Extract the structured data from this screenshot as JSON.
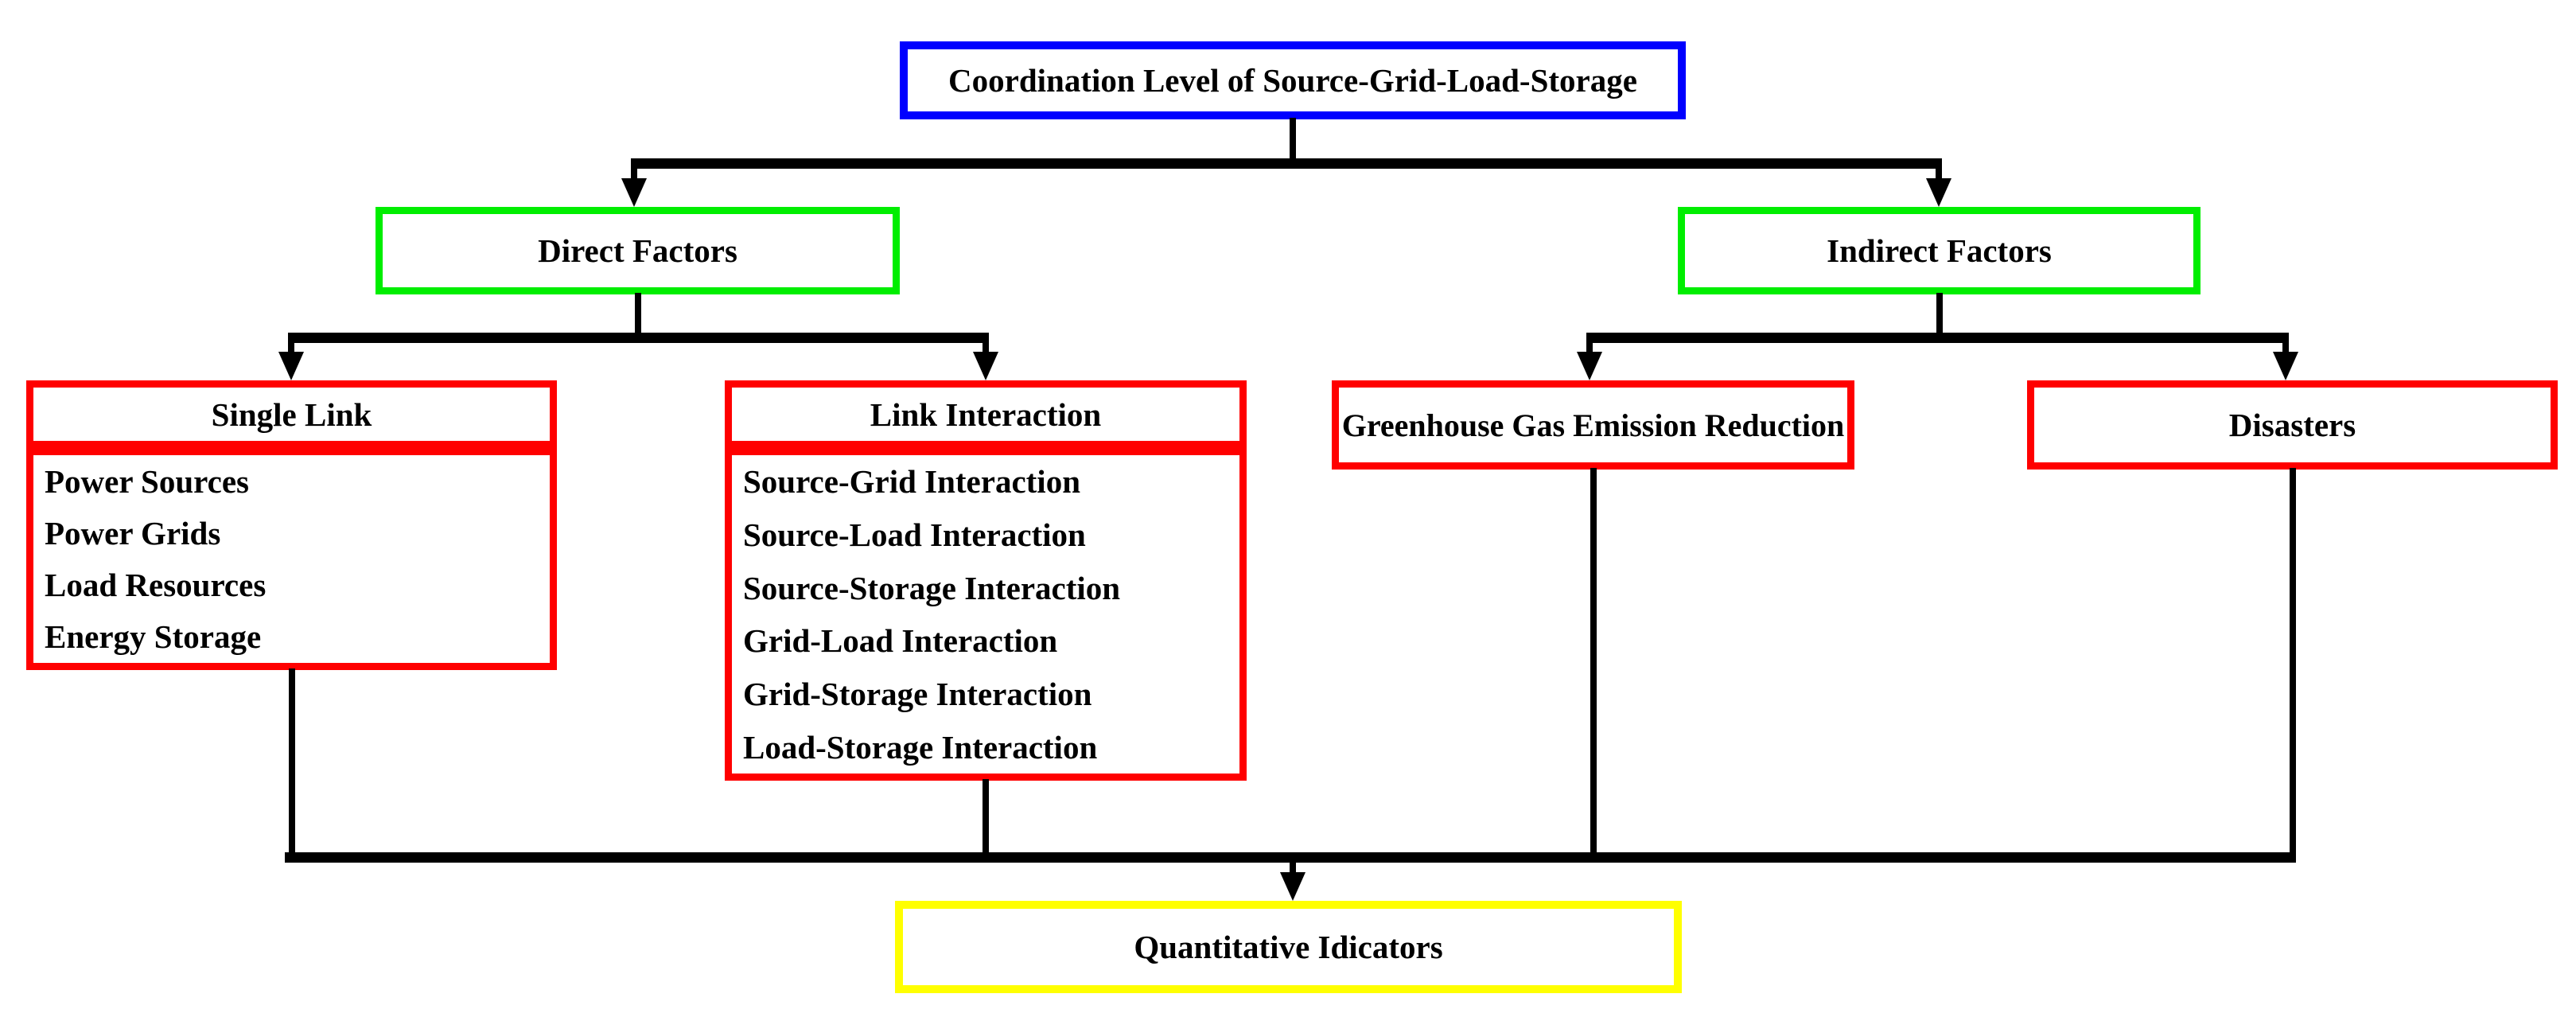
{
  "colors": {
    "root_border": "#0000FF",
    "factor_border": "#00EE00",
    "leaf_border": "#FF0000",
    "indicator_border": "#FFFF00",
    "line": "#000000",
    "background": "#FFFFFF",
    "text": "#000000"
  },
  "nodes": {
    "root": {
      "label": "Coordination Level of Source-Grid-Load-Storage"
    },
    "direct_factors": {
      "label": "Direct Factors"
    },
    "indirect_factors": {
      "label": "Indirect Factors"
    },
    "single_link": {
      "title": "Single Link",
      "items": [
        "Power Sources",
        "Power Grids",
        "Load Resources",
        "Energy Storage"
      ]
    },
    "link_interaction": {
      "title": "Link Interaction",
      "items": [
        "Source-Grid Interaction",
        "Source-Load Interaction",
        "Source-Storage Interaction",
        "Grid-Load Interaction",
        "Grid-Storage Interaction",
        "Load-Storage Interaction"
      ]
    },
    "greenhouse": {
      "label": "Greenhouse Gas Emission Reduction"
    },
    "disasters": {
      "label": "Disasters"
    },
    "quantitative_indicators": {
      "label": "Quantitative Idicators"
    }
  },
  "edges": [
    {
      "from": "root",
      "to": "direct_factors"
    },
    {
      "from": "root",
      "to": "indirect_factors"
    },
    {
      "from": "direct_factors",
      "to": "single_link"
    },
    {
      "from": "direct_factors",
      "to": "link_interaction"
    },
    {
      "from": "indirect_factors",
      "to": "greenhouse"
    },
    {
      "from": "indirect_factors",
      "to": "disasters"
    },
    {
      "from": "single_link",
      "to": "quantitative_indicators"
    },
    {
      "from": "link_interaction",
      "to": "quantitative_indicators"
    },
    {
      "from": "greenhouse",
      "to": "quantitative_indicators"
    },
    {
      "from": "disasters",
      "to": "quantitative_indicators"
    }
  ]
}
